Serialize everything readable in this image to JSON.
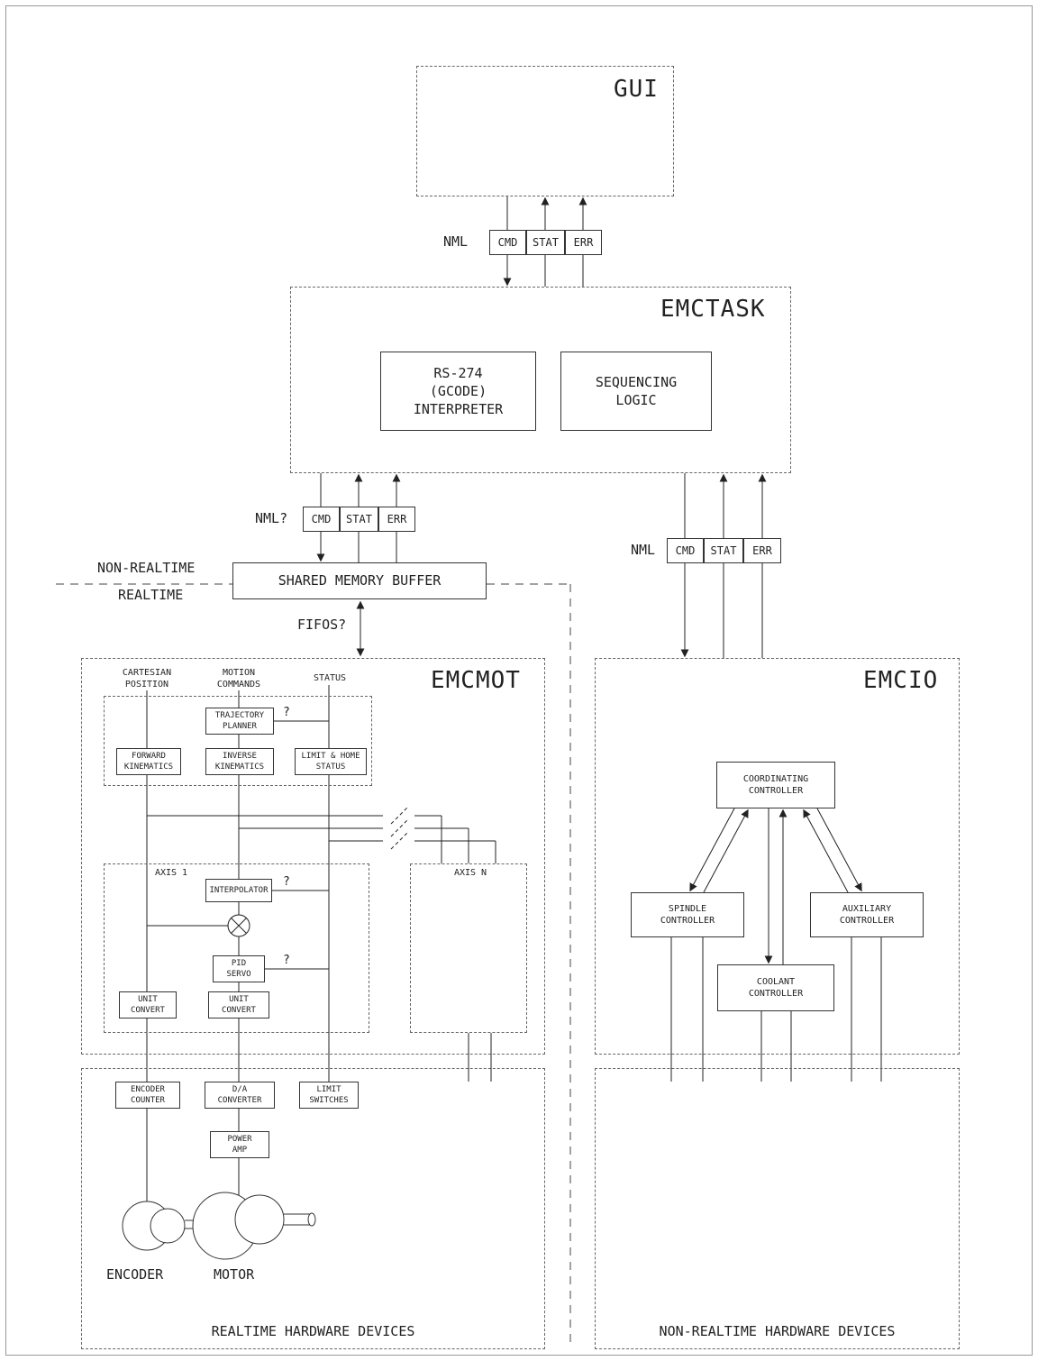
{
  "gui": {
    "title": "GUI"
  },
  "nml_gui": {
    "label": "NML",
    "cmd": "CMD",
    "stat": "STAT",
    "err": "ERR"
  },
  "emctask": {
    "title": "EMCTASK",
    "interpreter": "RS-274\n(GCODE)\nINTERPRETER",
    "sequencing": "SEQUENCING\nLOGIC"
  },
  "nml_mot": {
    "label": "NML?",
    "cmd": "CMD",
    "stat": "STAT",
    "err": "ERR"
  },
  "nml_io": {
    "label": "NML",
    "cmd": "CMD",
    "stat": "STAT",
    "err": "ERR"
  },
  "boundary": {
    "above": "NON-REALTIME",
    "below": "REALTIME"
  },
  "shared_memory": {
    "title": "SHARED MEMORY BUFFER"
  },
  "fifos": {
    "label": "FIFOS?"
  },
  "emcmot": {
    "title": "EMCMOT",
    "columns": {
      "cartesian": "CARTESIAN\nPOSITION",
      "motion": "MOTION\nCOMMANDS",
      "status": "STATUS"
    },
    "trajectory_planner": "TRAJECTORY\nPLANNER",
    "forward_kinematics": "FORWARD\nKINEMATICS",
    "inverse_kinematics": "INVERSE\nKINEMATICS",
    "limit_home_status": "LIMIT & HOME\nSTATUS",
    "axis1_label": "AXIS 1",
    "interpolator": "INTERPOLATOR",
    "pid_servo": "PID\nSERVO",
    "unit_convert_feedback": "UNIT\nCONVERT",
    "unit_convert_output": "UNIT\nCONVERT",
    "axisn_label": "AXIS N",
    "question_mark": "?"
  },
  "emcio": {
    "title": "EMCIO",
    "coordinating_controller": "COORDINATING\nCONTROLLER",
    "spindle_controller": "SPINDLE\nCONTROLLER",
    "auxiliary_controller": "AUXILIARY\nCONTROLLER",
    "coolant_controller": "COOLANT\nCONTROLLER"
  },
  "realtime_hw": {
    "title": "REALTIME HARDWARE DEVICES",
    "encoder_counter": "ENCODER\nCOUNTER",
    "da_converter": "D/A\nCONVERTER",
    "limit_switches": "LIMIT\nSWITCHES",
    "power_amp": "POWER\nAMP",
    "encoder_label": "ENCODER",
    "motor_label": "MOTOR"
  },
  "nonrealtime_hw": {
    "title": "NON-REALTIME HARDWARE DEVICES"
  },
  "colors": {
    "line": "#222222",
    "border": "#333333",
    "dashed": "#666666"
  }
}
